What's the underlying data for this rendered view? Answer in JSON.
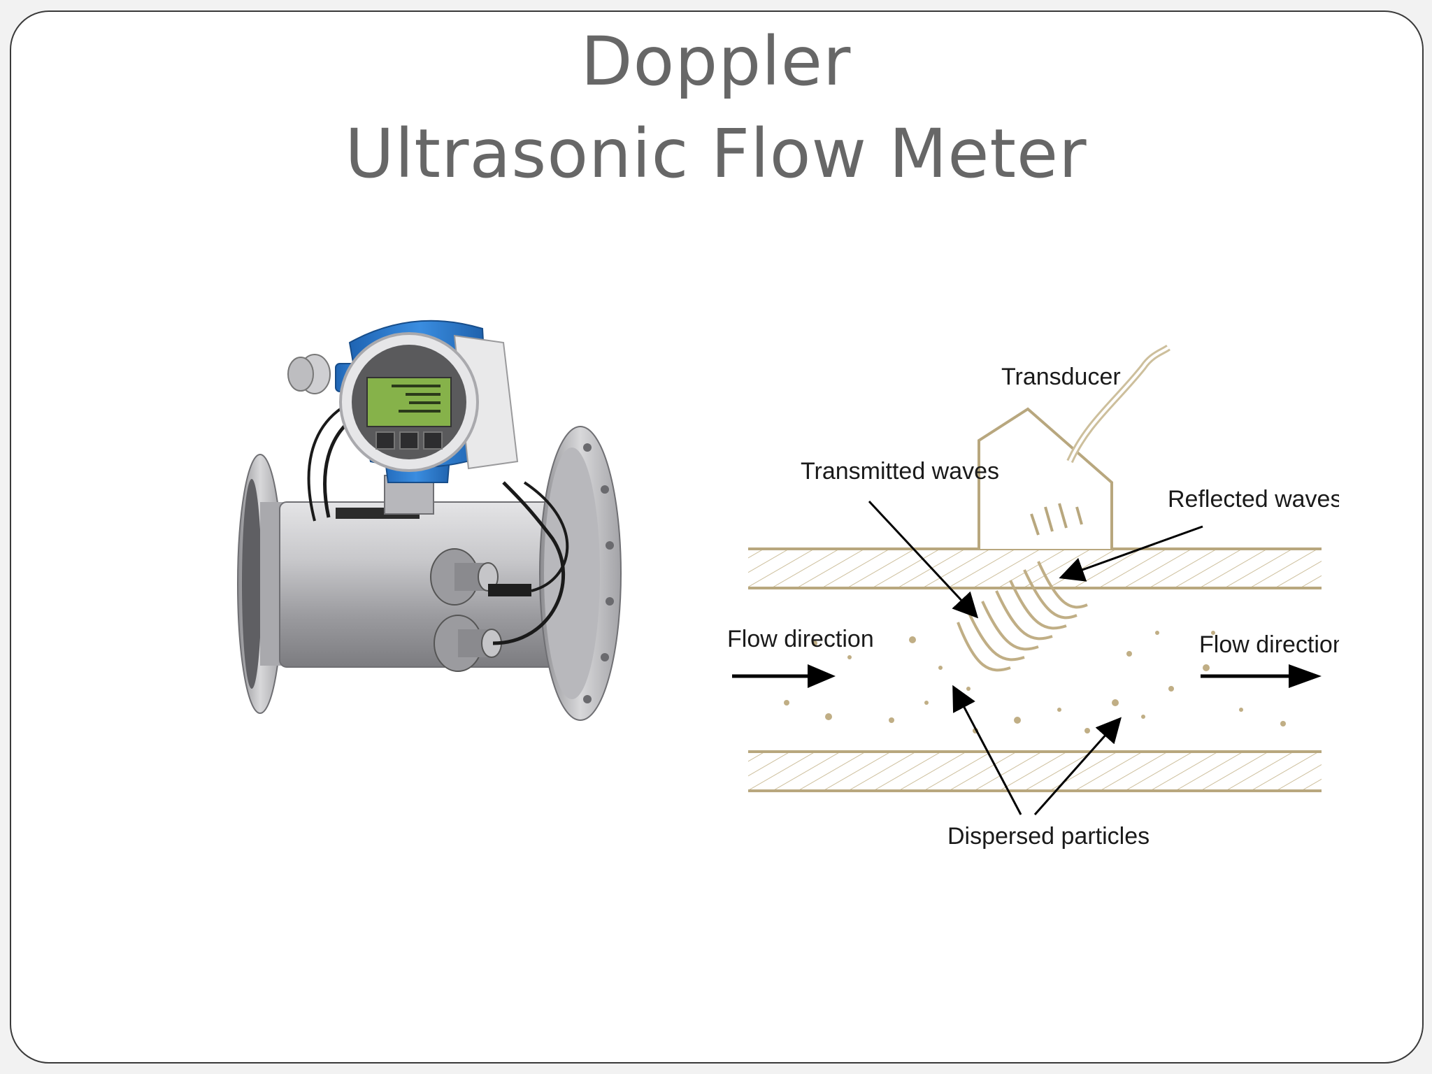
{
  "slide": {
    "title_line1": "Doppler",
    "title_line2": "Ultrasonic Flow Meter"
  },
  "diagram": {
    "labels": {
      "transducer": "Transducer",
      "transmitted_waves": "Transmitted waves",
      "reflected_waves": "Reflected waves",
      "flow_direction_left": "Flow direction",
      "flow_direction_right": "Flow direction",
      "dispersed_particles": "Dispersed particles"
    }
  },
  "photo": {
    "icon": "flow-meter-device-icon"
  },
  "colors": {
    "title": "#676767",
    "pipe_beige": "#d9c9a3",
    "housing_blue": "#2a7dd1",
    "steel": "#b9b9bd",
    "display_green": "#86b24a"
  }
}
